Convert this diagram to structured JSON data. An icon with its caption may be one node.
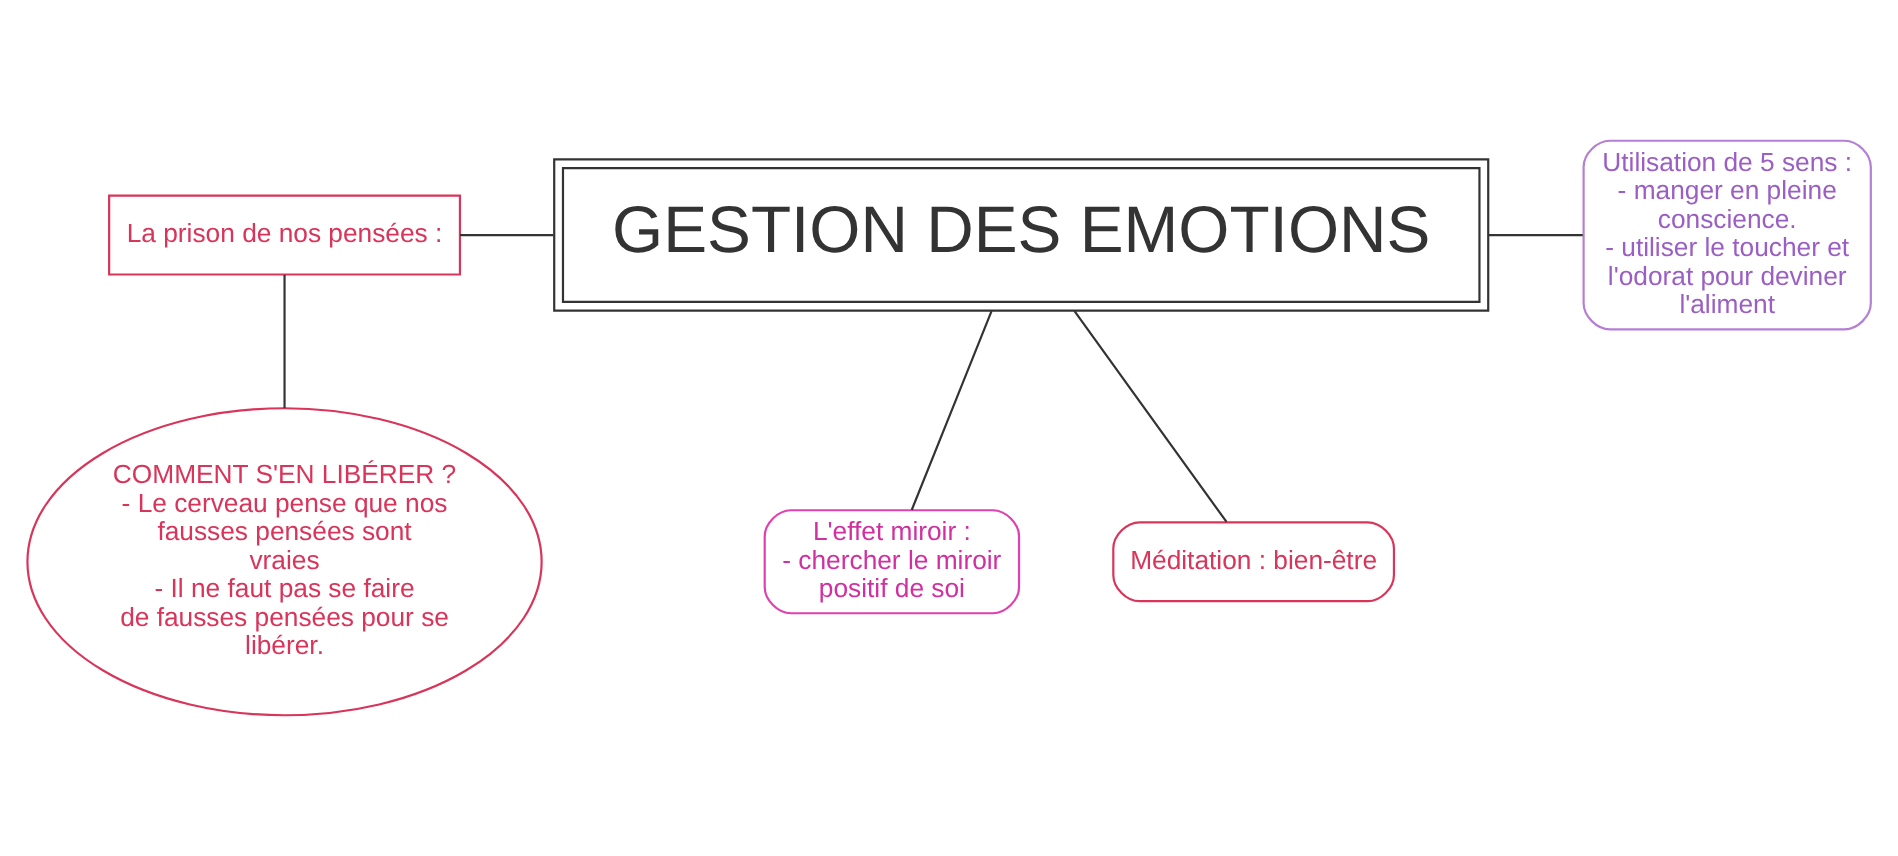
{
  "diagram": {
    "nodes": [
      {
        "text": [
          "GESTION DES EMOTIONS"
        ]
      },
      {
        "text": [
          "Méditation : bien-être"
        ]
      },
      {
        "text": [
          "La prison de nos pensées :"
        ]
      },
      {
        "text": [
          "COMMENT S'EN LIBÉRER ?",
          "- Le cerveau pense que nos fausses pensées sont vraies",
          "- Il ne faut pas se faire de fausses pensées pour se libérer."
        ]
      },
      {
        "text": [
          "Utilisation de 5 sens :",
          "- manger en pleine conscience.",
          "- utiliser le toucher et l'odorat pour deviner l'aliment"
        ]
      },
      {
        "text": [
          "L'effet miroir :",
          "- chercher le miroir positif de soi"
        ]
      }
    ],
    "edges": [
      {
        "from": 0,
        "to": 1,
        "arrow": "none"
      },
      {
        "from": 2,
        "to": 0,
        "arrow": "none"
      },
      {
        "from": 2,
        "to": 3,
        "arrow": "none"
      },
      {
        "from": 0,
        "to": 4,
        "arrow": "none"
      },
      {
        "from": 0,
        "to": 5,
        "arrow": "none"
      }
    ]
  }
}
